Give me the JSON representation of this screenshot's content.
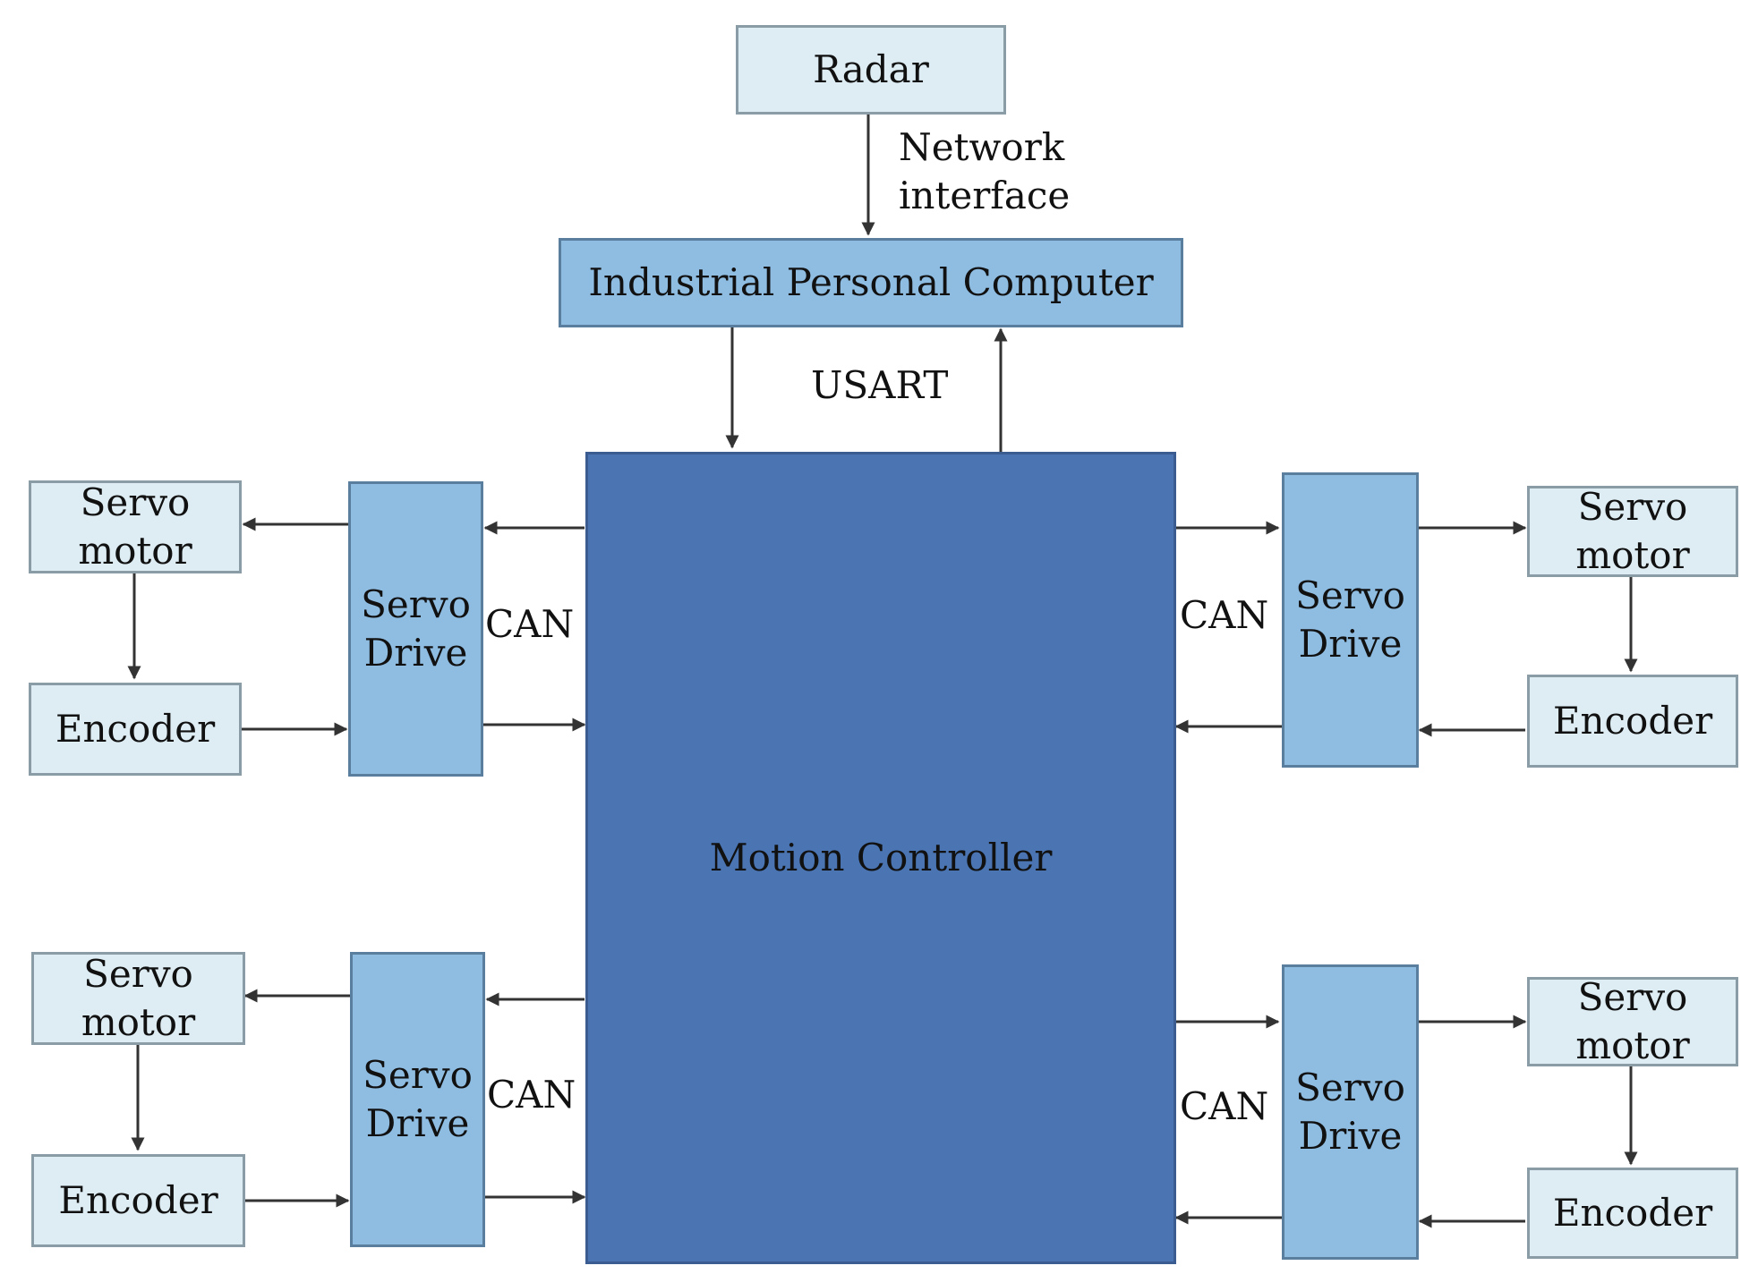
{
  "top": {
    "radar": "Radar",
    "network_label_line1": "Network",
    "network_label_line2": "interface",
    "ipc": "Industrial Personal Computer",
    "usart": "USART"
  },
  "controller": "Motion Controller",
  "units": [
    {
      "servo_motor_line1": "Servo",
      "servo_motor_line2": "motor",
      "encoder": "Encoder",
      "drive_line1": "Servo",
      "drive_line2": "Drive",
      "bus": "CAN"
    },
    {
      "servo_motor_line1": "Servo",
      "servo_motor_line2": "motor",
      "encoder": "Encoder",
      "drive_line1": "Servo",
      "drive_line2": "Drive",
      "bus": "CAN"
    },
    {
      "servo_motor_line1": "Servo",
      "servo_motor_line2": "motor",
      "encoder": "Encoder",
      "drive_line1": "Servo",
      "drive_line2": "Drive",
      "bus": "CAN"
    },
    {
      "servo_motor_line1": "Servo",
      "servo_motor_line2": "motor",
      "encoder": "Encoder",
      "drive_line1": "Servo",
      "drive_line2": "Drive",
      "bus": "CAN"
    }
  ],
  "colors": {
    "light_box": "#deedf3",
    "mid_box": "#8fbde2",
    "controller": "#4a74b2",
    "wire": "#333333"
  }
}
